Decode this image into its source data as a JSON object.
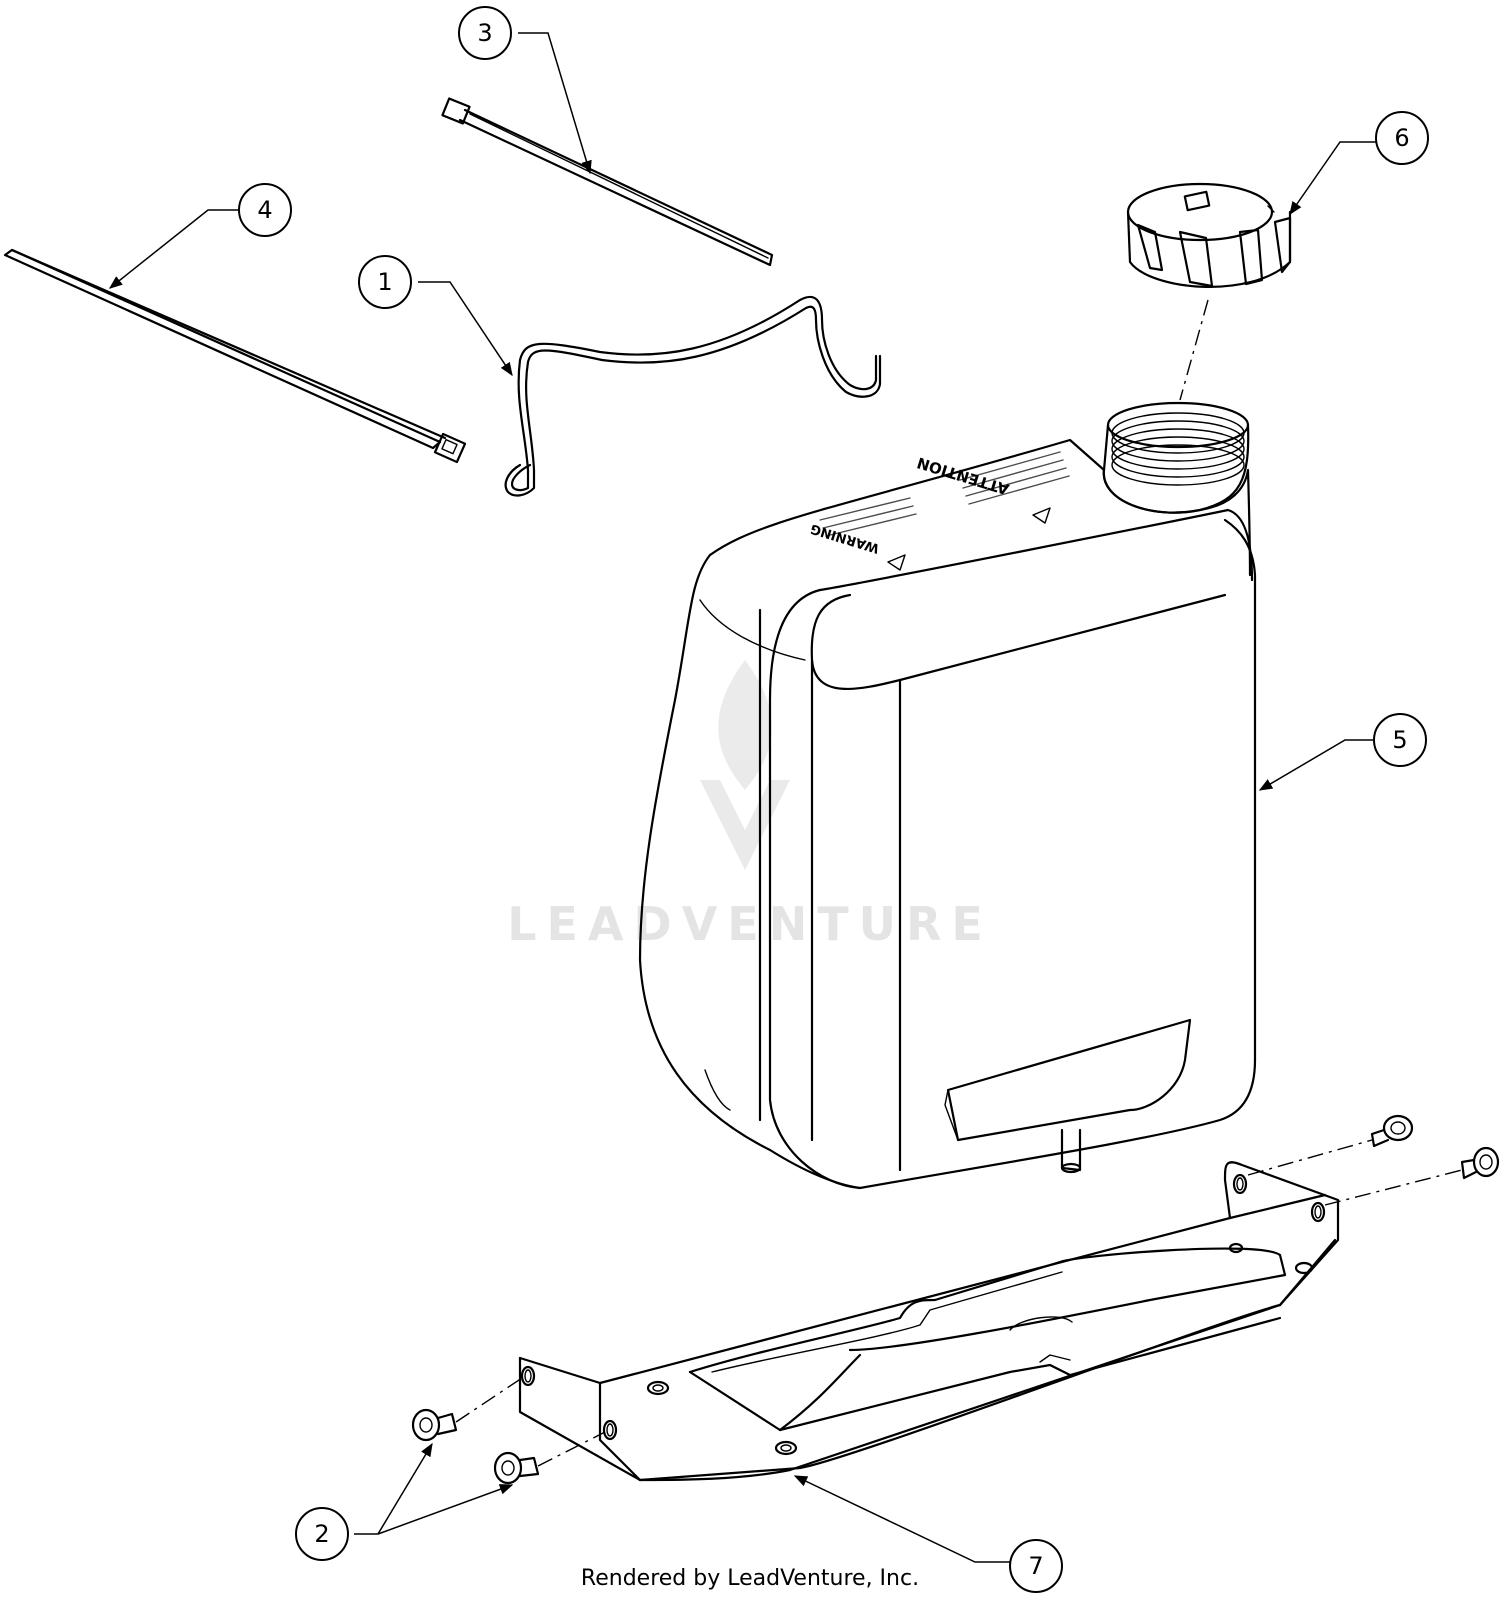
{
  "callouts": {
    "c1": "1",
    "c2": "2",
    "c3": "3",
    "c4": "4",
    "c5": "5",
    "c6": "6",
    "c7": "7"
  },
  "tank_labels": {
    "warning": "WARNING",
    "attention": "ATTENTION"
  },
  "watermark": "LEADVENTURE",
  "footer": "Rendered by LeadVenture, Inc."
}
